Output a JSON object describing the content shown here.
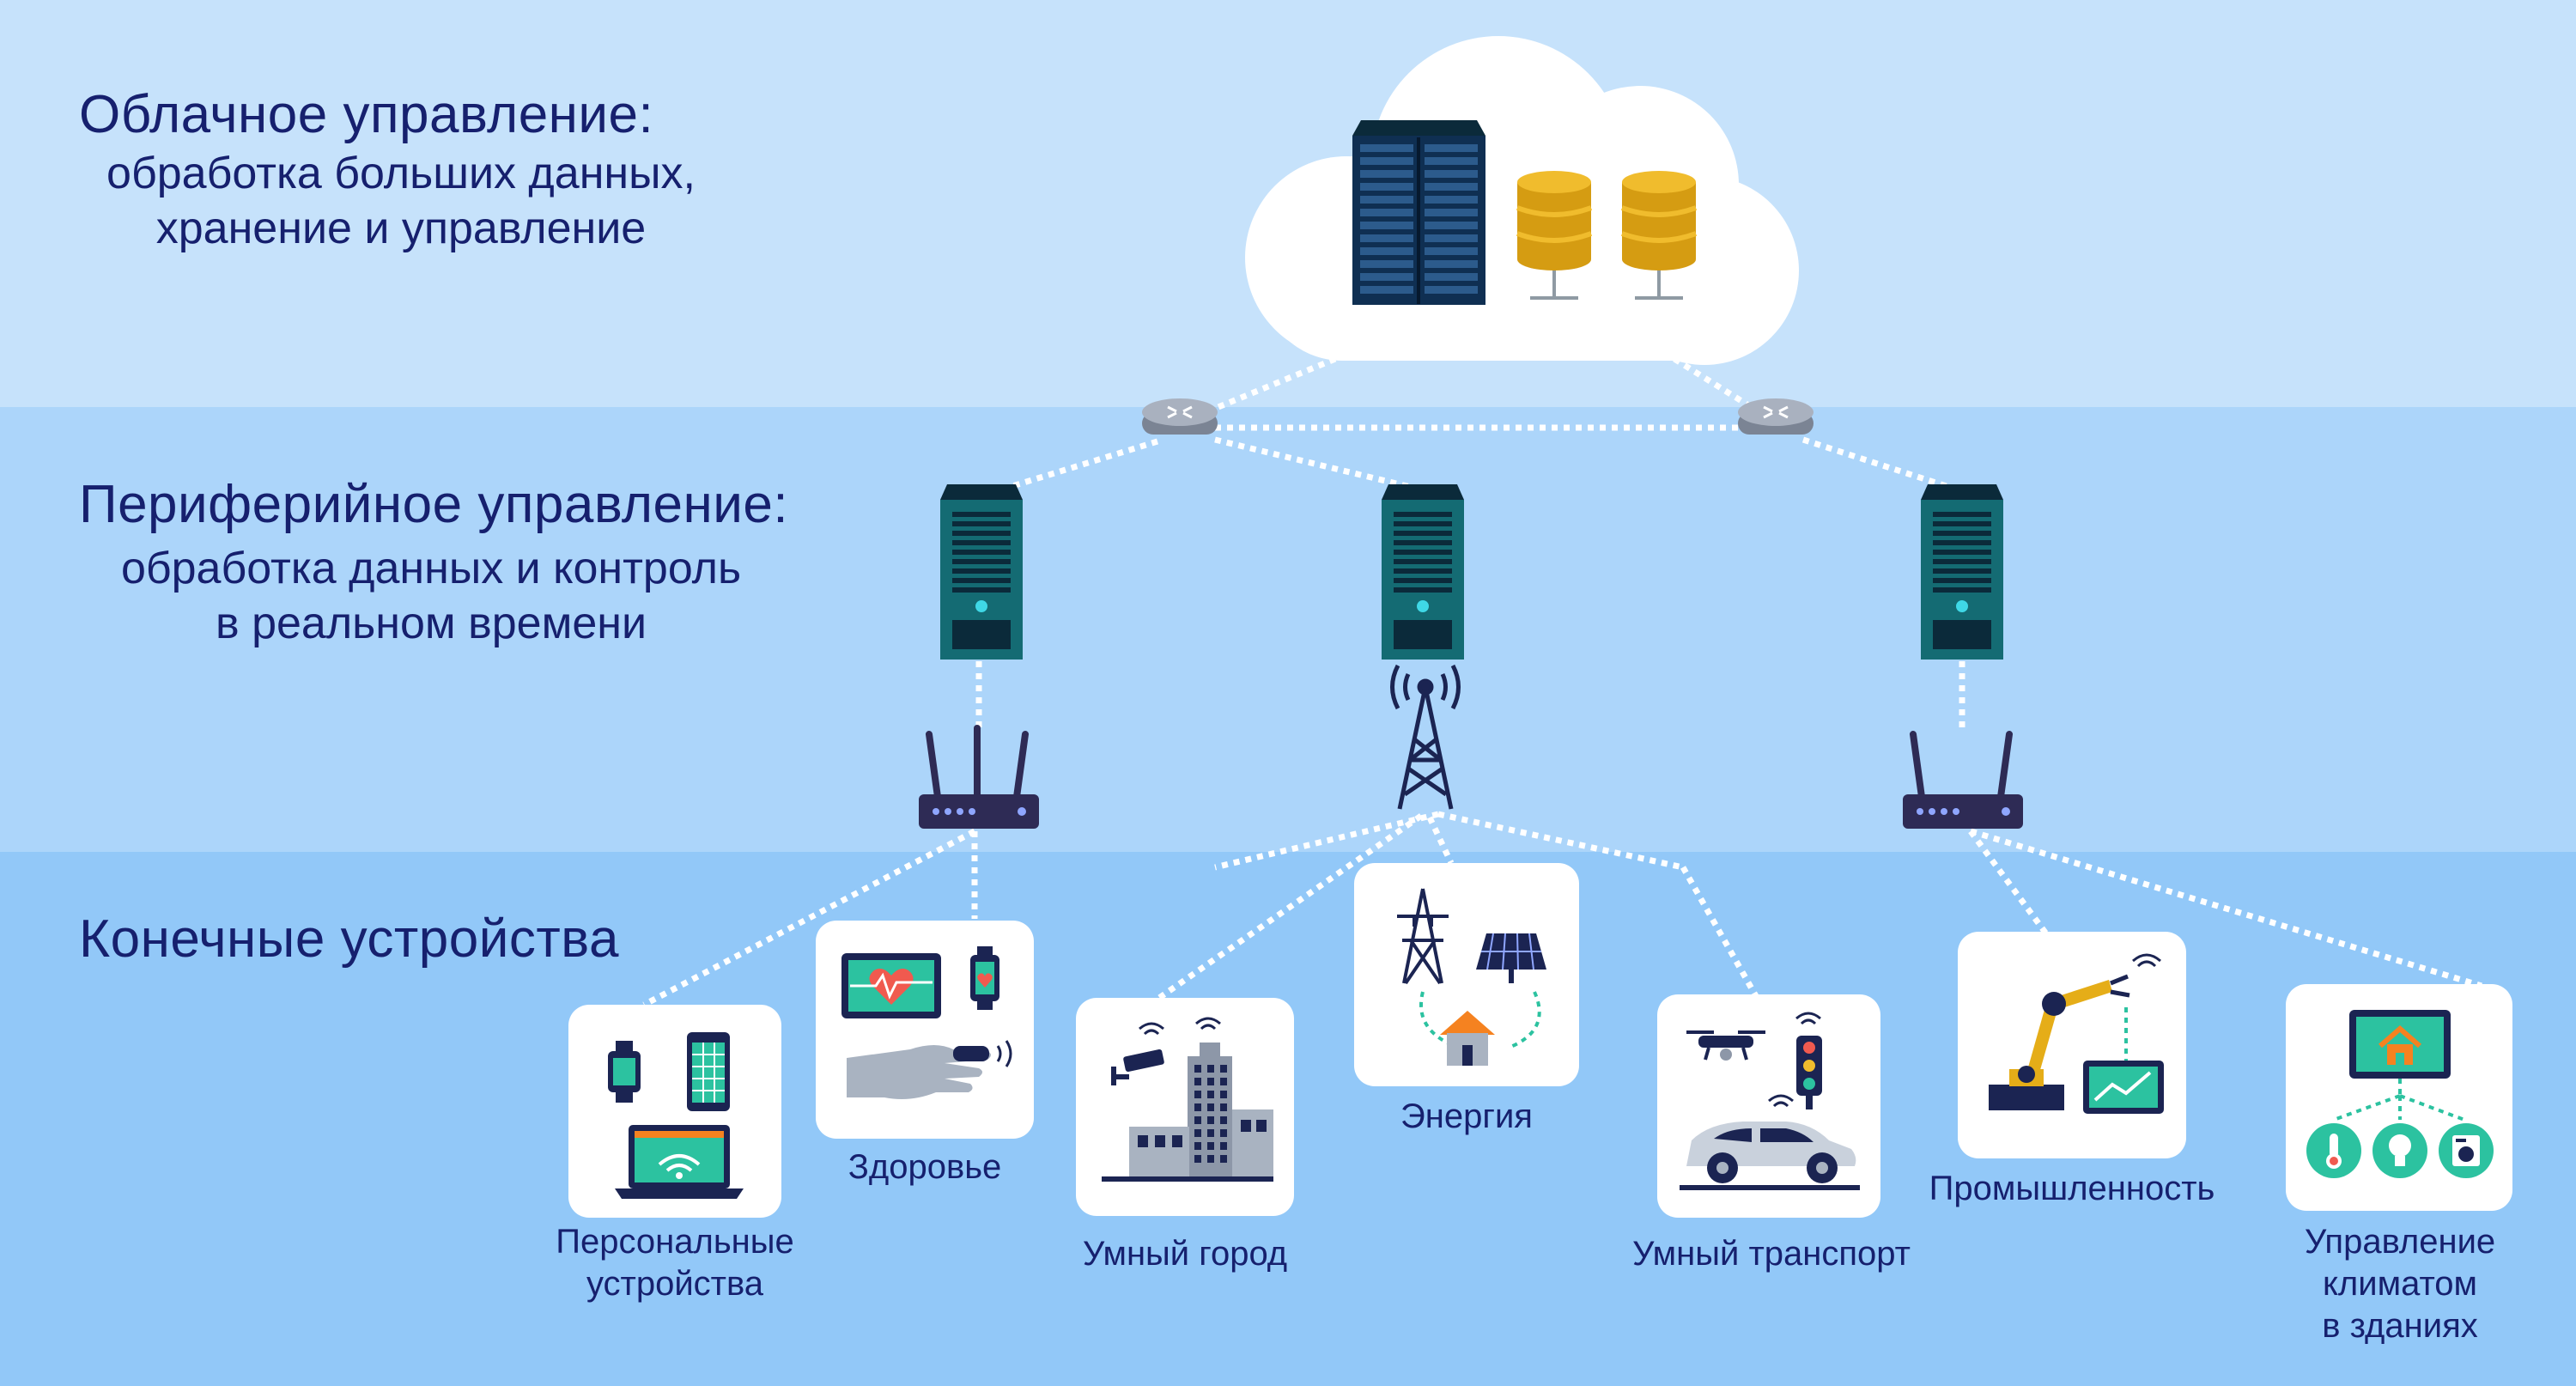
{
  "diagram": {
    "levels": [
      {
        "title": "Облачное управление:",
        "subtitle_lines": [
          "обработка больших данных,",
          "хранение и управление"
        ]
      },
      {
        "title": "Периферийное управление:",
        "subtitle_lines": [
          "обработка данных и контроль",
          "в реальном времени"
        ]
      },
      {
        "title": "Конечные устройства",
        "subtitle_lines": []
      }
    ],
    "devices": [
      {
        "label_lines": [
          "Персональные",
          "устройства"
        ]
      },
      {
        "label_lines": [
          "Здоровье"
        ]
      },
      {
        "label_lines": [
          "Умный город"
        ]
      },
      {
        "label_lines": [
          "Энергия"
        ]
      },
      {
        "label_lines": [
          "Умный транспорт"
        ]
      },
      {
        "label_lines": [
          "Промышленность"
        ]
      },
      {
        "label_lines": [
          "Управление",
          "климатом",
          "в зданиях"
        ]
      }
    ],
    "icons": [
      "cloud-icon",
      "server-rack-icon",
      "database-icon",
      "network-router-icon",
      "edge-server-icon",
      "wifi-router-icon",
      "cell-tower-icon",
      "smartwatch-icon",
      "smartphone-icon",
      "laptop-icon",
      "heart-monitor-icon",
      "hand-icon",
      "cctv-camera-icon",
      "building-icon",
      "power-pylon-icon",
      "solar-panel-icon",
      "house-icon",
      "drone-icon",
      "traffic-light-icon",
      "car-icon",
      "robot-arm-icon",
      "chart-monitor-icon",
      "thermometer-icon",
      "light-bulb-icon",
      "washing-machine-icon"
    ],
    "colors": {
      "band_cloud": "#c6e2fb",
      "band_edge": "#acd5fa",
      "band_end": "#92c8f8",
      "text": "#16206e",
      "server_teal": "#146b73",
      "server_dark": "#0b2a3a",
      "database_gold": "#e5ad18",
      "router_purple": "#2e2b55",
      "accent_orange": "#f58220"
    }
  }
}
